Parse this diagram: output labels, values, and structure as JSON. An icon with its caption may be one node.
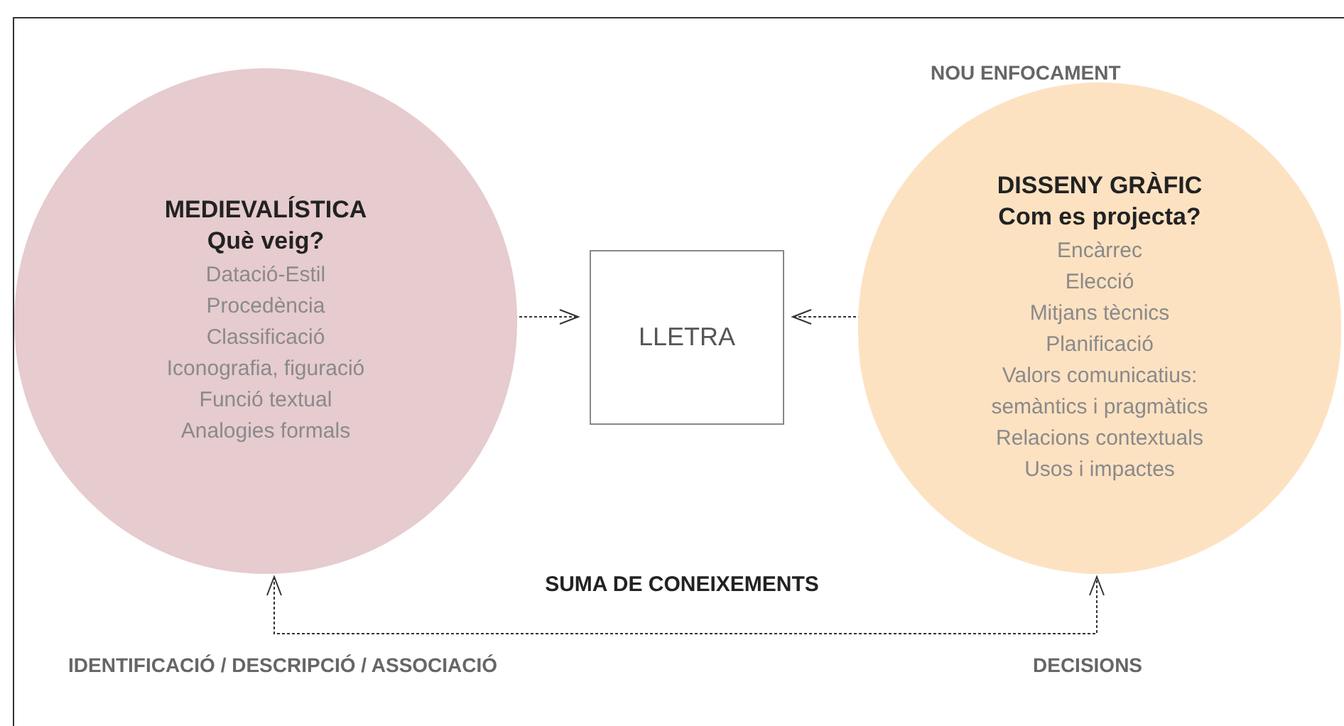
{
  "diagram": {
    "nodes": [
      {
        "text": [
          "MEDIEVALÍSTICA",
          "Què veig?",
          "Datació-Estil",
          "Procedència",
          "Classificació",
          "Iconografia, figuració",
          "Funció textual",
          "Analogies formals"
        ]
      },
      {
        "text": [
          "LLETRA"
        ]
      },
      {
        "text": [
          "DISSENY GRÀFIC",
          "Com es projecta?",
          "Encàrrec",
          "Elecció",
          "Mitjans tècnics",
          "Planificació",
          "Valors comunicatius: semàntics i pragmàtics",
          "Relacions contextuals",
          "Usos i impactes"
        ]
      }
    ],
    "edges": [
      {
        "from": 0,
        "to": 1,
        "arrow": "to",
        "style": "dashed"
      },
      {
        "from": 2,
        "to": 1,
        "arrow": "to",
        "style": "dashed"
      },
      {
        "from": 0,
        "to": 2,
        "arrow": "both",
        "style": "dashed",
        "label": "SUMA DE CONEIXEMENTS"
      }
    ],
    "labels": [
      "NOU ENFOCAMENT",
      "IDENTIFICACIÓ / DESCRIPCIÓ / ASSOCIACIÓ",
      "DECISIONS"
    ]
  }
}
